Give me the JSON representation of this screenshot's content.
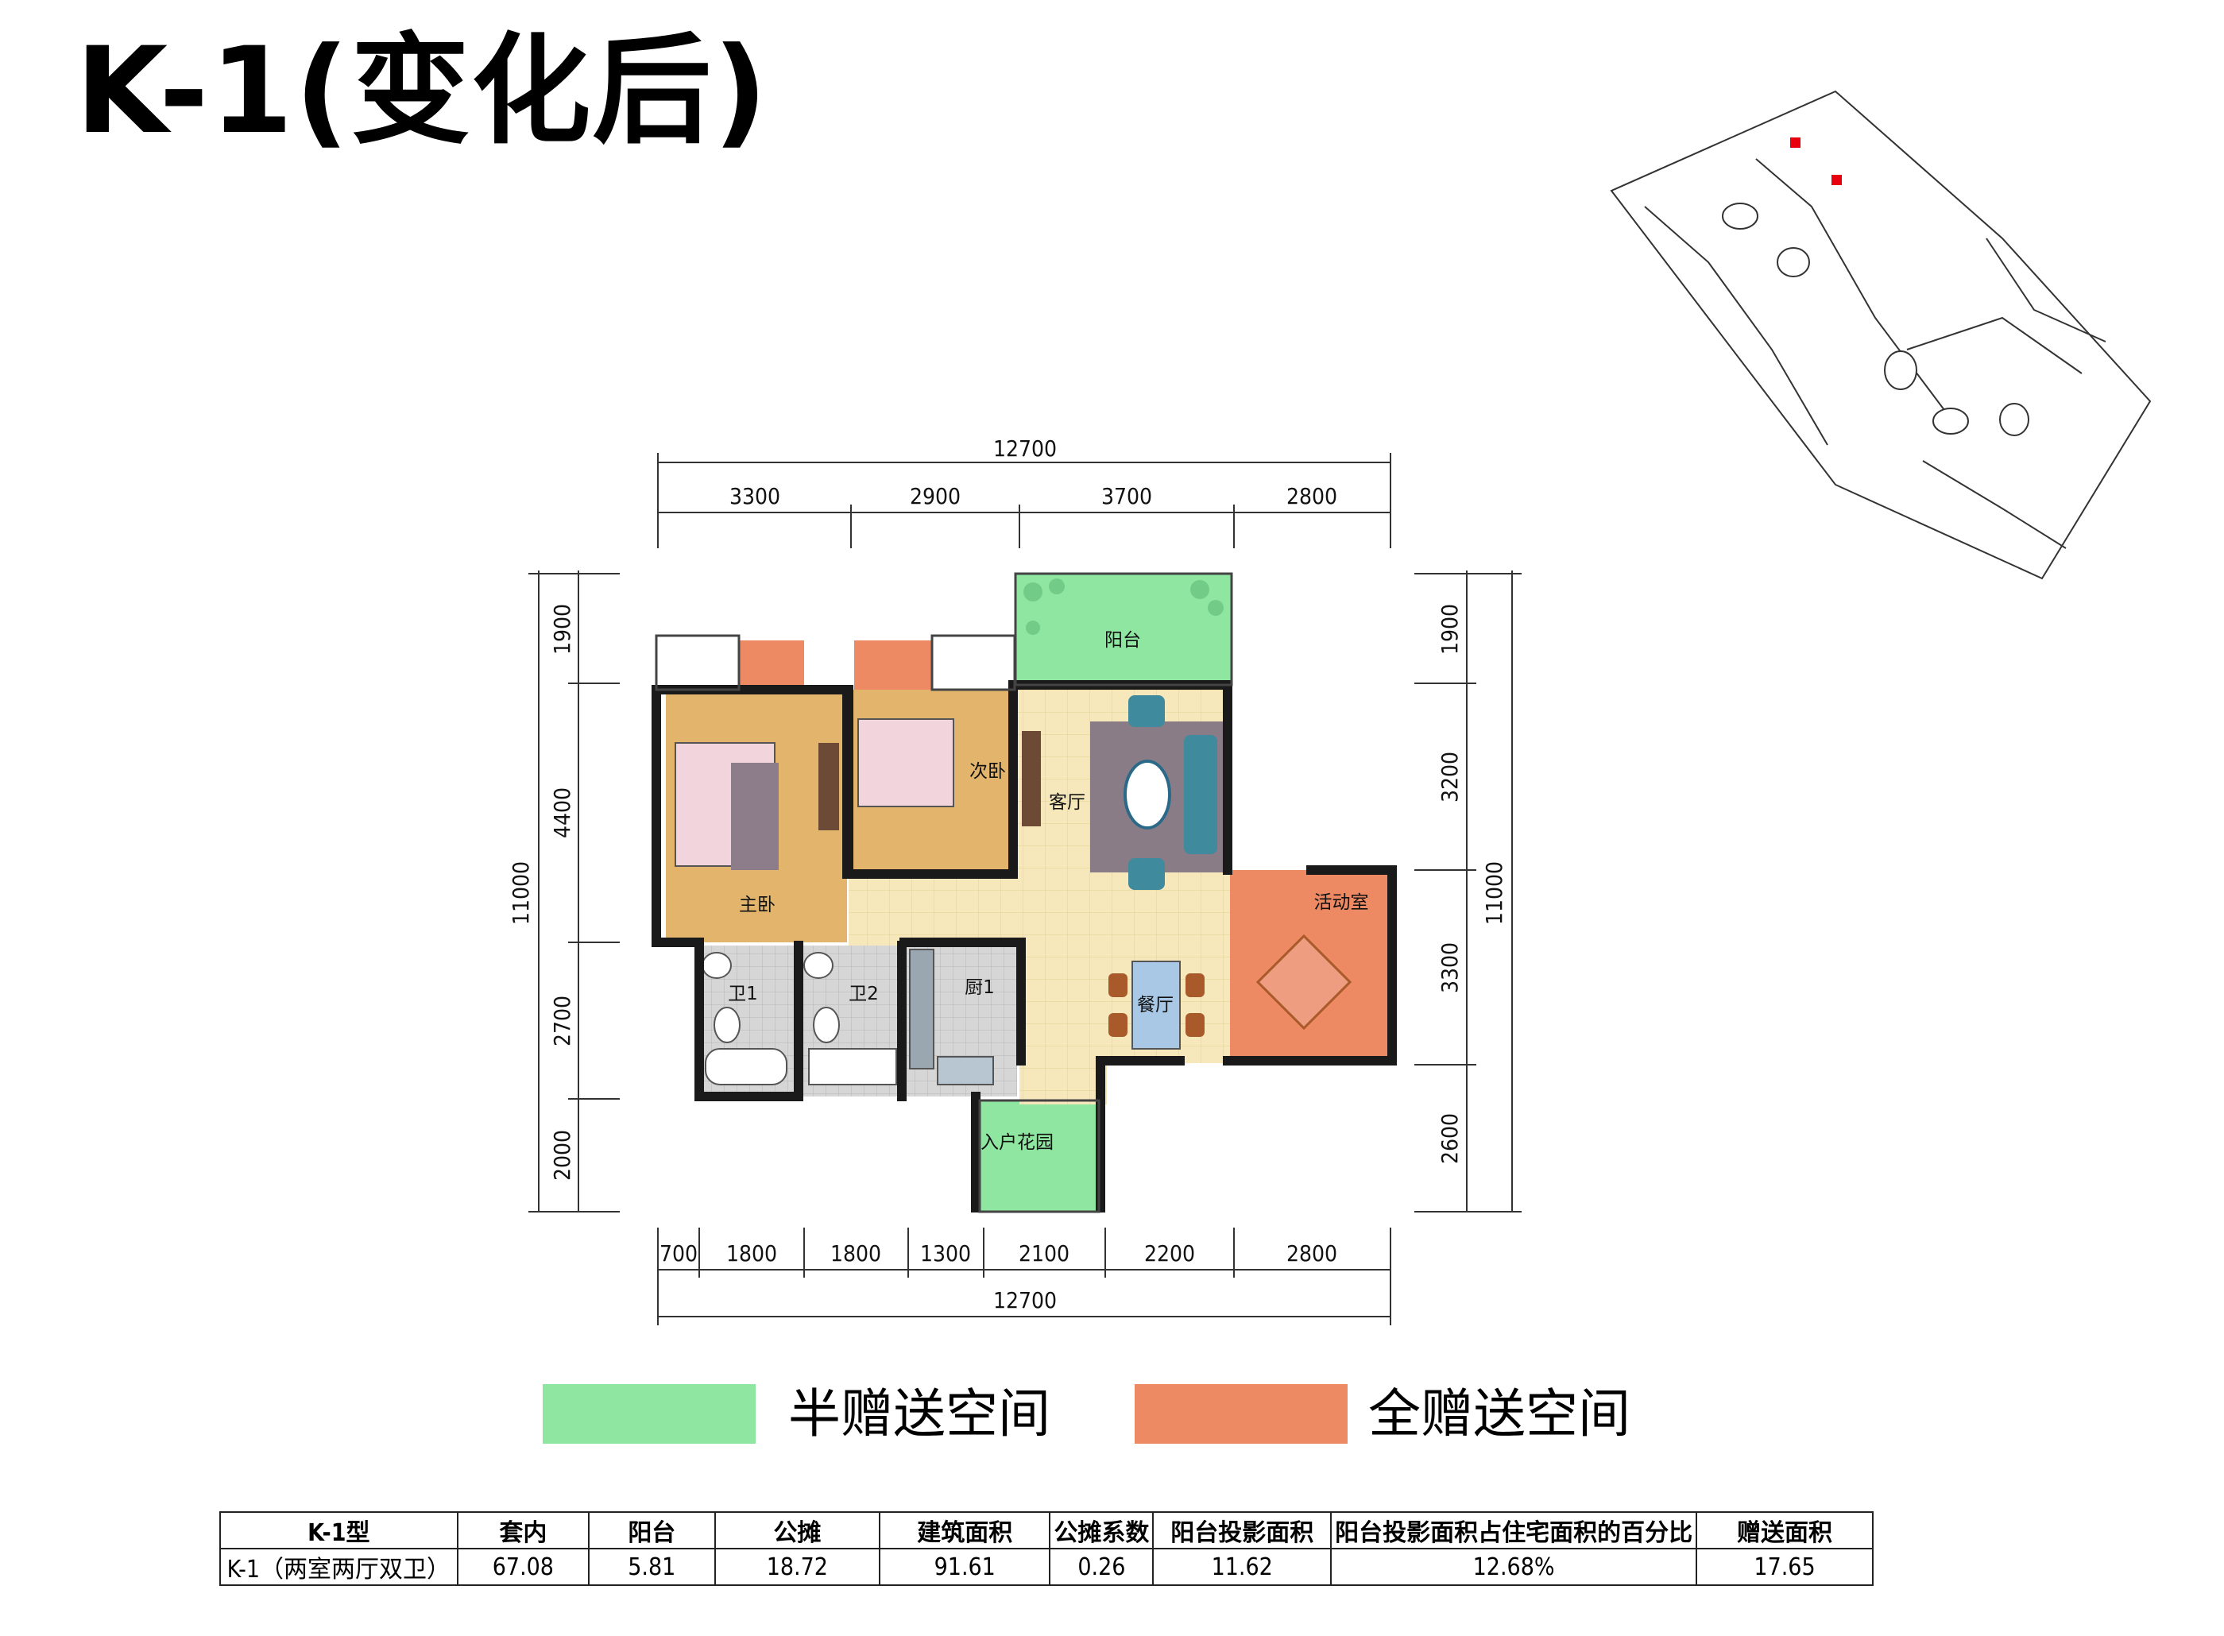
{
  "title": "K-1(变化后)",
  "dimensions": {
    "top_total": "12700",
    "top_segments": [
      "3300",
      "2900",
      "3700",
      "2800"
    ],
    "bottom_segments": [
      "700",
      "1800",
      "1800",
      "1300",
      "2100",
      "2200",
      "2800"
    ],
    "bottom_total": "12700",
    "left_total": "11000",
    "left_segments": [
      "1900",
      "4400",
      "2700",
      "2000"
    ],
    "right_total": "11000",
    "right_segments": [
      "1900",
      "3200",
      "3300",
      "2600"
    ]
  },
  "rooms": {
    "balcony": "阳台",
    "master_bedroom": "主卧",
    "second_bedroom": "次卧",
    "living_room": "客厅",
    "activity_room": "活动室",
    "bathroom_1": "卫1",
    "bathroom_2": "卫2",
    "kitchen": "厨1",
    "dining_room": "餐厅",
    "entrance_garden": "入户花园"
  },
  "legend": {
    "half_gift": {
      "label": "半赠送空间",
      "color": "#8ee6a0"
    },
    "full_gift": {
      "label": "全赠送空间",
      "color": "#ee8a63"
    }
  },
  "table": {
    "headers": [
      "K-1型",
      "套内",
      "阳台",
      "公摊",
      "建筑面积",
      "公摊系数",
      "阳台投影面积",
      "阳台投影面积占住宅面积的百分比",
      "赠送面积"
    ],
    "row": [
      "K-1（两室两厅双卫）",
      "67.08",
      "5.81",
      "18.72",
      "91.61",
      "0.26",
      "11.62",
      "12.68%",
      "17.65"
    ]
  },
  "colors": {
    "wall": "#1a1a1a",
    "floor_tile": "#f6e6b4",
    "bedroom_floor": "#e3b56c",
    "bathroom_floor": "#cfcfcf",
    "marker_red": "#e8000f"
  }
}
